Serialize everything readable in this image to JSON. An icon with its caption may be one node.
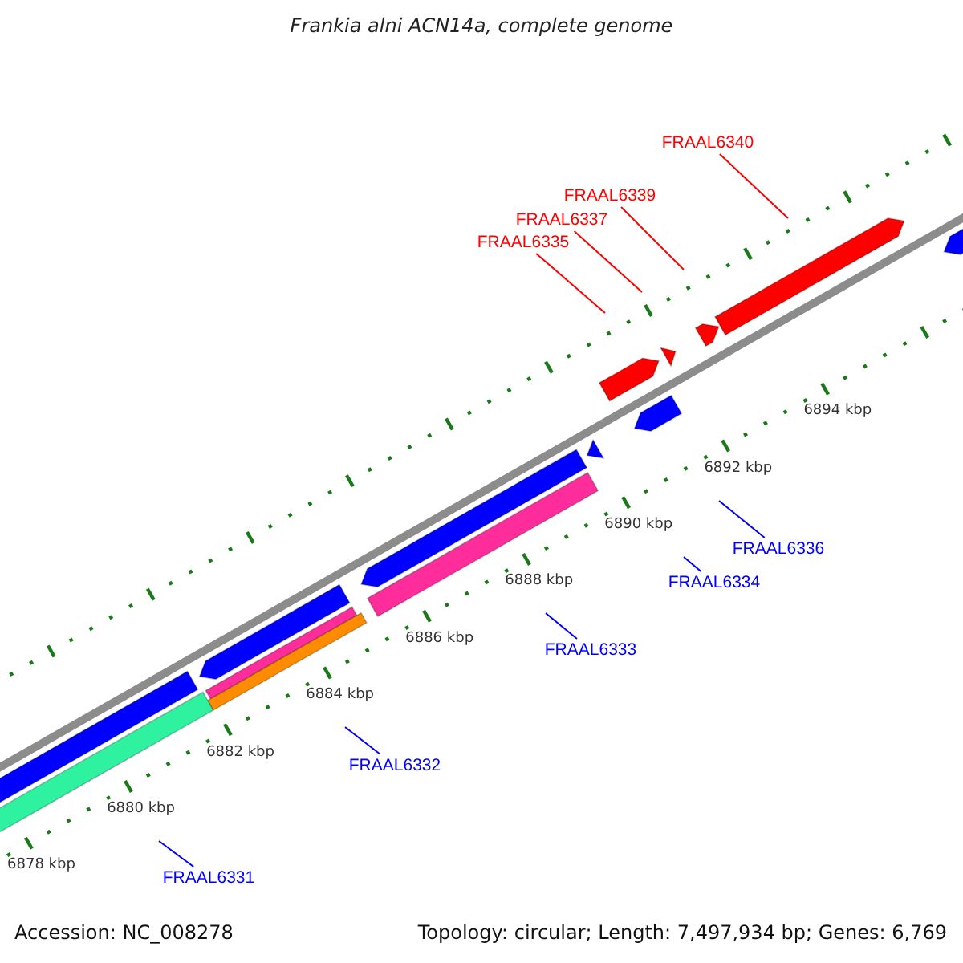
{
  "diagram": {
    "title": "Frankia alni ACN14a, complete genome",
    "nodes": [
      {
        "text": [
          "FRAAL6340"
        ]
      },
      {
        "text": [
          "FRAAL6339"
        ]
      },
      {
        "text": [
          "FRAAL6337"
        ]
      },
      {
        "text": [
          "FRAAL6335"
        ]
      },
      {
        "text": [
          "FRAAL6336"
        ]
      },
      {
        "text": [
          "FRAAL6334"
        ]
      },
      {
        "text": [
          "FRAAL6333"
        ]
      },
      {
        "text": [
          "FRAAL6332"
        ]
      },
      {
        "text": [
          "FRAAL6331"
        ]
      }
    ],
    "edges": [
      {
        "from": 0,
        "to": null,
        "arrow": "none",
        "color": "#ff0000"
      },
      {
        "from": 1,
        "to": null,
        "arrow": "none",
        "color": "#ff0000"
      },
      {
        "from": 2,
        "to": null,
        "arrow": "none",
        "color": "#ff0000"
      },
      {
        "from": 3,
        "to": null,
        "arrow": "none",
        "color": "#ff0000"
      },
      {
        "from": 4,
        "to": null,
        "arrow": "none"
      },
      {
        "from": 5,
        "to": null,
        "arrow": "none"
      },
      {
        "from": 6,
        "to": null,
        "arrow": "none"
      },
      {
        "from": 7,
        "to": null,
        "arrow": "none"
      },
      {
        "from": 8,
        "to": null,
        "arrow": "none"
      }
    ],
    "labels": [
      "6894 kbp",
      "6892 kbp",
      "6890 kbp",
      "6888 kbp",
      "6886 kbp",
      "6884 kbp",
      "6882 kbp",
      "6880 kbp",
      "6878 kbp",
      "Accession: NC_008278",
      "Topology: circular; Length: 7,497,934 bp; Genes: 6,769"
    ]
  }
}
